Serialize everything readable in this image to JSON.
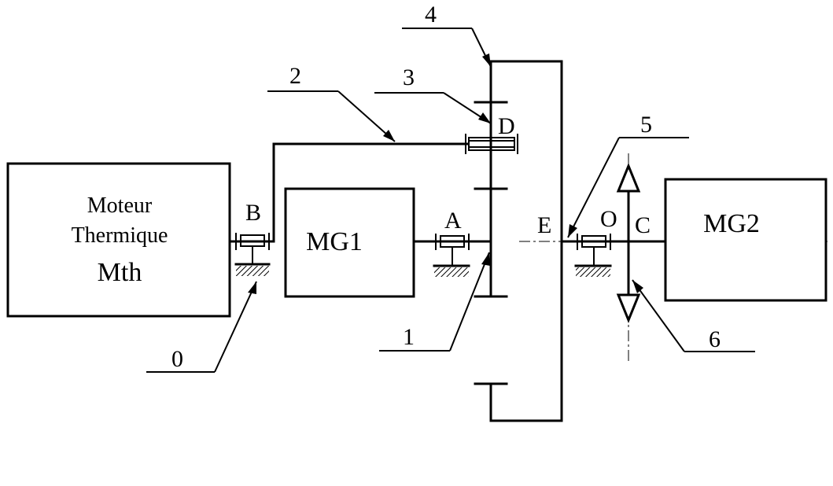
{
  "engine": {
    "line1": "Moteur",
    "line2": "Thermique",
    "line3": "Mth"
  },
  "motors": {
    "mg1": "MG1",
    "mg2": "MG2"
  },
  "points": {
    "a": "A",
    "b": "B",
    "c": "C",
    "d": "D",
    "e": "E",
    "o": "O"
  },
  "callouts": {
    "n0": "0",
    "n1": "1",
    "n2": "2",
    "n3": "3",
    "n4": "4",
    "n5": "5",
    "n6": "6"
  }
}
